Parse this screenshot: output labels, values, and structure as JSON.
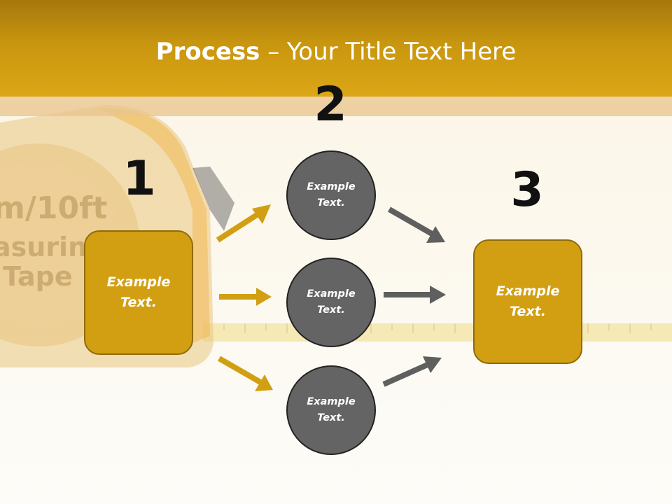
{
  "title": {
    "bold": "Process",
    "rest": " – Your Title Text Here"
  },
  "photo_text": {
    "line1": "m/10ft",
    "line2": "asuring",
    "line3": "Tape"
  },
  "steps": [
    {
      "number": "1",
      "text": "Example\nText."
    },
    {
      "number": "2",
      "items": [
        "Example\nText.",
        "Example\nText.",
        "Example\nText."
      ]
    },
    {
      "number": "3",
      "text": "Example\nText."
    }
  ],
  "colors": {
    "accent": "#d29f13",
    "circle": "#646464",
    "arrow_gold": "#d29f13",
    "arrow_gray": "#5f5f5f",
    "header": "#c8960f"
  }
}
